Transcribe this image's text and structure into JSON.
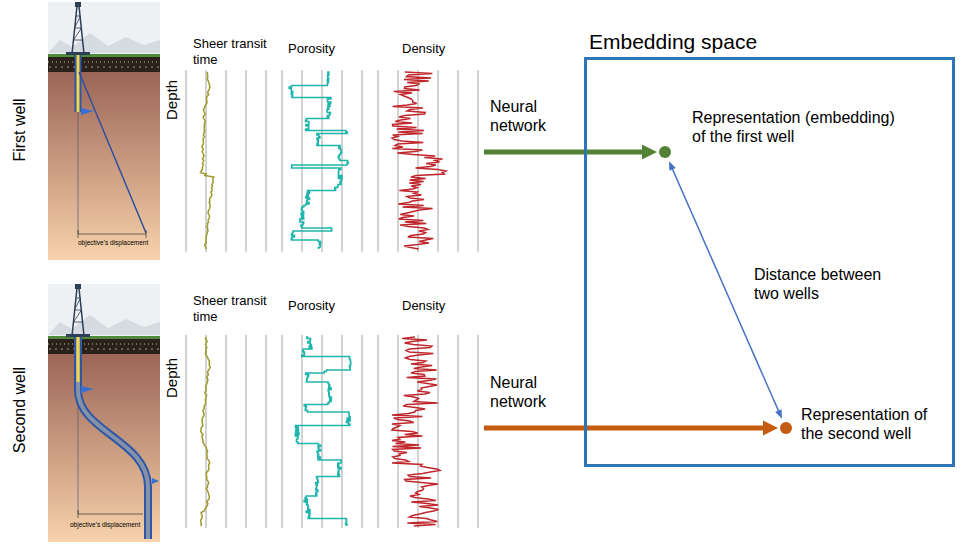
{
  "diagram": {
    "nodes": [
      {
        "text": [
          "Sheer transit time",
          "Porosity",
          "Density"
        ]
      },
      {
        "text": [
          "Embedding space"
        ]
      },
      {
        "text": [
          "Representation (embedding) of the first well"
        ],
        "in": 1
      },
      {
        "text": [
          "Sheer transit time",
          "Porosity",
          "Density"
        ]
      },
      {
        "text": [
          "Representation of the second well"
        ],
        "in": 1
      }
    ],
    "edges": [
      {
        "from": 0,
        "to": 2,
        "arrow": "to",
        "label": "Neural network"
      },
      {
        "from": 3,
        "to": 4,
        "arrow": "to",
        "label": "Neural network"
      },
      {
        "from": 2,
        "to": 4,
        "arrow": "both",
        "label": "Distance between two wells"
      }
    ],
    "labels": [
      "First well",
      "Depth",
      "objective's displacement",
      "Second well",
      "Depth",
      "objective's displacement"
    ]
  }
}
